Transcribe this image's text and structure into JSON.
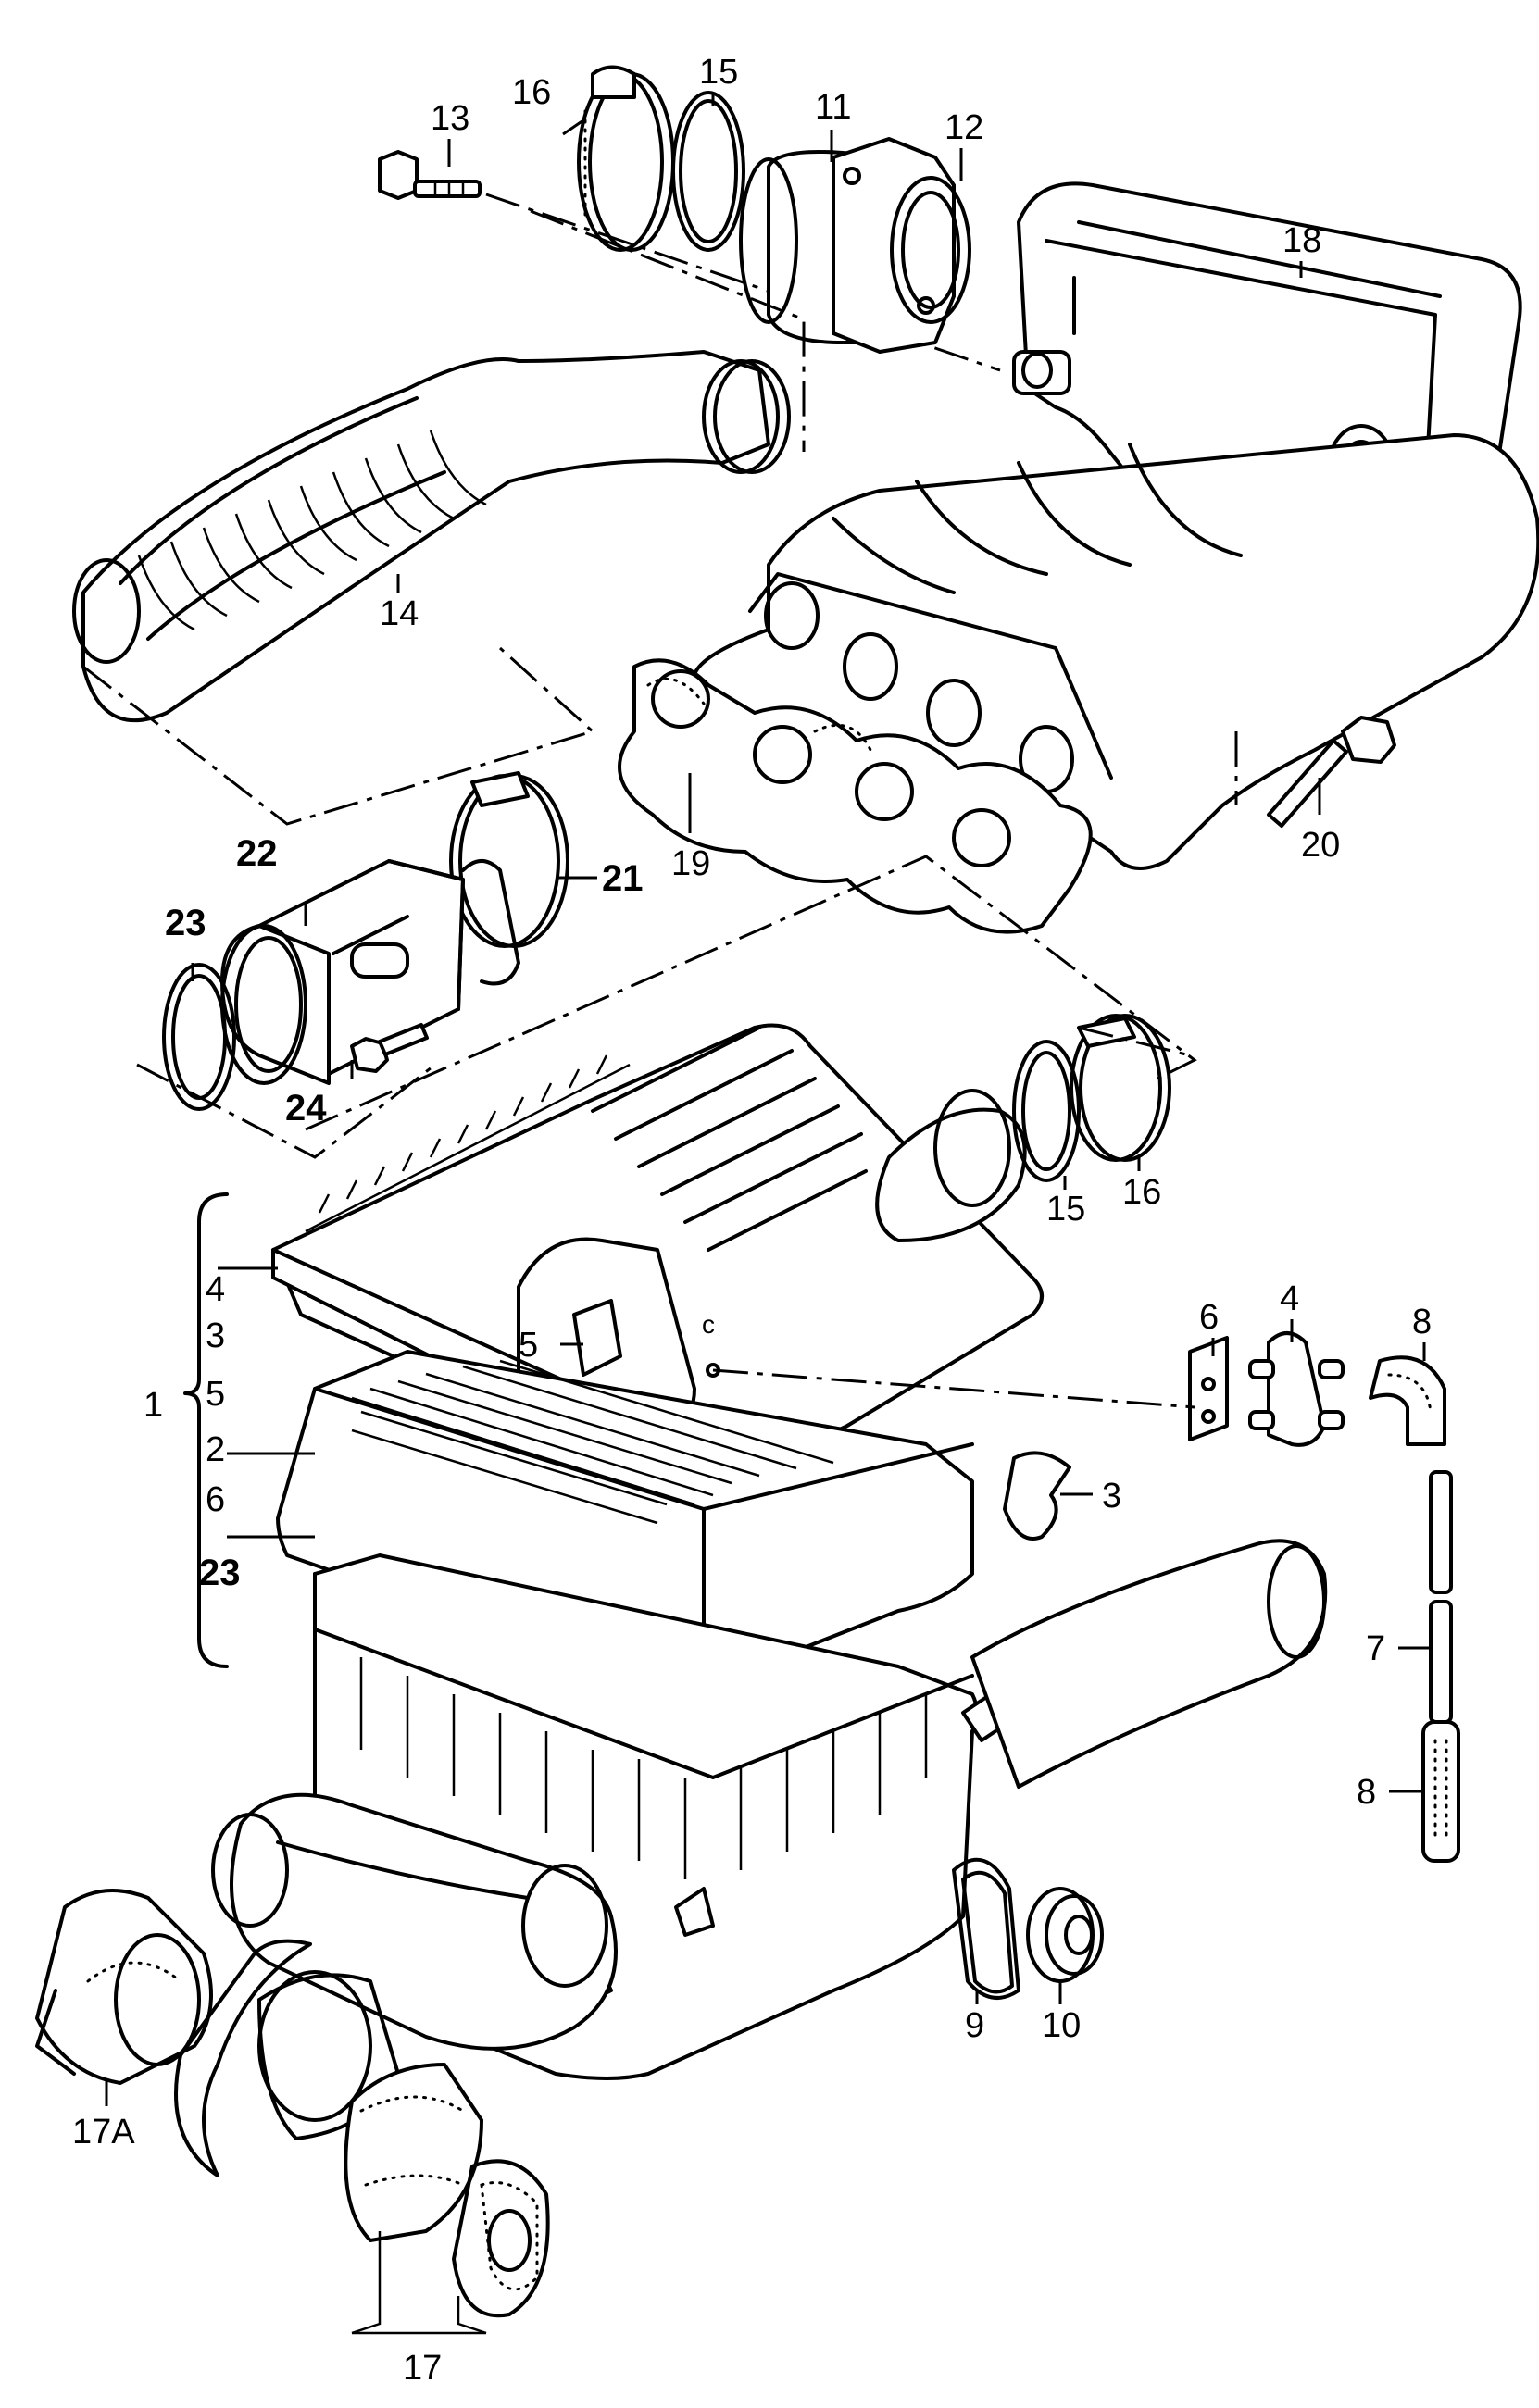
{
  "callouts": [
    {
      "id": "13",
      "text": "13"
    },
    {
      "id": "16a",
      "text": "16"
    },
    {
      "id": "15a",
      "text": "15"
    },
    {
      "id": "11",
      "text": "11"
    },
    {
      "id": "12",
      "text": "12"
    },
    {
      "id": "18",
      "text": "18"
    },
    {
      "id": "14",
      "text": "14"
    },
    {
      "id": "19",
      "text": "19"
    },
    {
      "id": "20",
      "text": "20"
    },
    {
      "id": "22",
      "text": "22"
    },
    {
      "id": "21",
      "text": "21"
    },
    {
      "id": "23a",
      "text": "23"
    },
    {
      "id": "24",
      "text": "24"
    },
    {
      "id": "15b",
      "text": "15"
    },
    {
      "id": "16b",
      "text": "16"
    },
    {
      "id": "4a",
      "text": "4"
    },
    {
      "id": "3a",
      "text": "3"
    },
    {
      "id": "5a",
      "text": "5"
    },
    {
      "id": "1",
      "text": "1"
    },
    {
      "id": "2",
      "text": "2"
    },
    {
      "id": "6a",
      "text": "6"
    },
    {
      "id": "23b",
      "text": "23"
    },
    {
      "id": "5b",
      "text": "5"
    },
    {
      "id": "c",
      "text": "c"
    },
    {
      "id": "6b",
      "text": "6"
    },
    {
      "id": "4b",
      "text": "4"
    },
    {
      "id": "8a",
      "text": "8"
    },
    {
      "id": "3b",
      "text": "3"
    },
    {
      "id": "7",
      "text": "7"
    },
    {
      "id": "8b",
      "text": "8"
    },
    {
      "id": "9",
      "text": "9"
    },
    {
      "id": "10",
      "text": "10"
    },
    {
      "id": "17A",
      "text": "17A"
    },
    {
      "id": "17",
      "text": "17"
    }
  ]
}
